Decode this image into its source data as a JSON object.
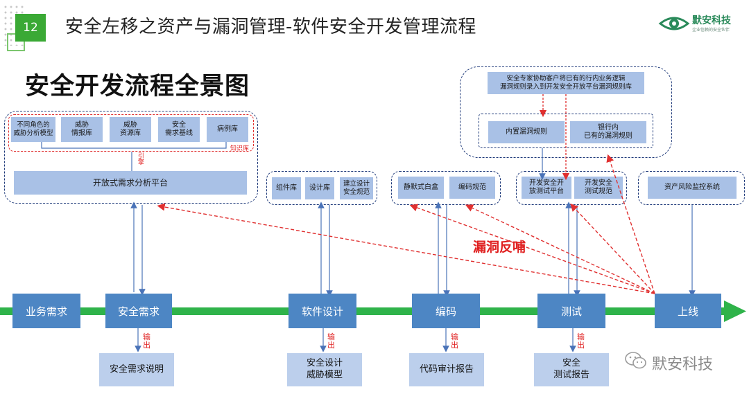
{
  "header": {
    "slide_number": "12",
    "title": "安全左移之资产与漏洞管理-软件安全开发管理流程"
  },
  "logo": {
    "name": "默安科技",
    "slogan": "企业信赖的安全伙伴"
  },
  "main_title": "安全开发流程全景图",
  "knowledge_base": {
    "items": [
      "不同角色的\n威胁分析模型",
      "威胁\n情报库",
      "威胁\n资源库",
      "安全\n需求基线",
      "病例库"
    ],
    "label": "知识库",
    "engine_label": "引擎",
    "platform": "开放式需求分析平台"
  },
  "design_group": {
    "items": [
      "组件库",
      "设计库",
      "建立设计\n安全规范"
    ]
  },
  "code_group": {
    "items": [
      "静默式白盒",
      "编码规范"
    ]
  },
  "test_group": {
    "items": [
      "开发安全开\n放测试平台",
      "开发安全\n测试规范"
    ]
  },
  "ops_group": {
    "items": [
      "资产风险监控系统"
    ]
  },
  "rules_group": {
    "expert": "安全专家协助客户将已有的行内业务逻辑\n漏洞规则录入到开发安全开放平台漏洞规则库",
    "builtin": "内置漏洞规则",
    "bank": "银行内\n已有的漏洞规则"
  },
  "feedback_label": "漏洞反哺",
  "stages": [
    "业务需求",
    "安全需求",
    "软件设计",
    "编码",
    "测试",
    "上线"
  ],
  "output_label": "输出",
  "outputs": [
    "安全需求说明",
    "安全设计\n威胁模型",
    "代码审计报告",
    "安全\n测试报告"
  ],
  "watermark": "默安科技",
  "colors": {
    "accent_green": "#3aa935",
    "stage_blue": "#4d86c4",
    "box_blue": "#a9c1e6",
    "feedback_red": "#e02020"
  }
}
